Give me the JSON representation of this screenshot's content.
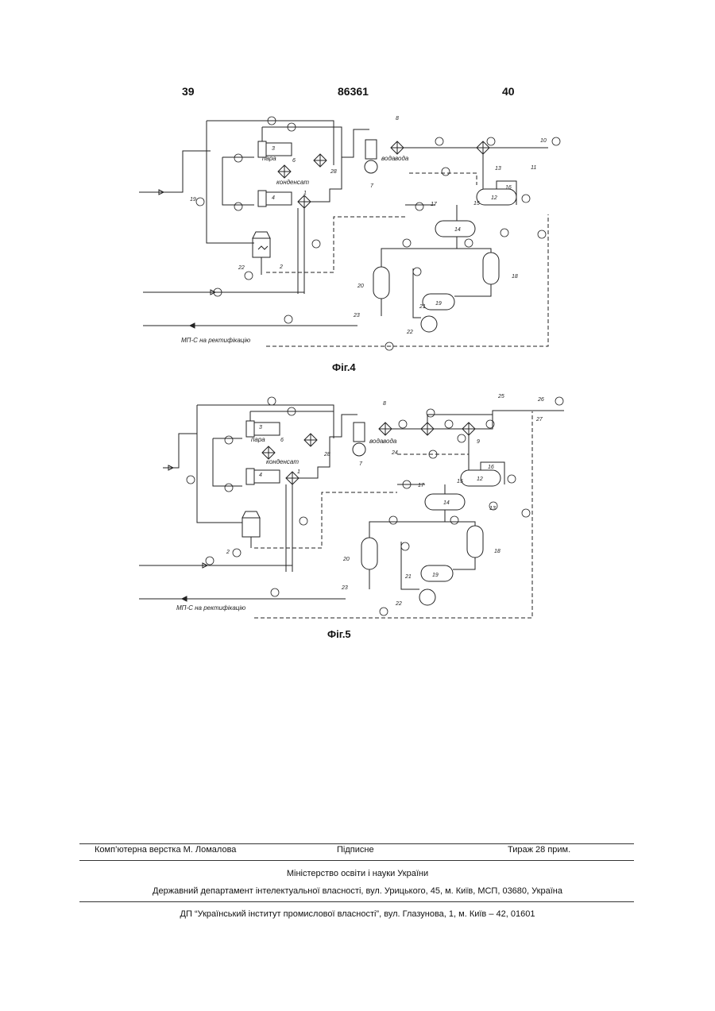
{
  "header": {
    "page_left": "39",
    "patent_number": "86361",
    "page_right": "40"
  },
  "figures": [
    {
      "caption": "Фіг.4",
      "labels": {
        "steam": "пара",
        "condensate": "конденсат",
        "water1": "вода",
        "water2": "вода",
        "output": "МП-С на ректифікацію"
      }
    },
    {
      "caption": "Фіг.5",
      "labels": {
        "steam": "пара",
        "condensate": "конденсат",
        "water1": "вода",
        "water2": "вода",
        "output": "МП-С на ректифікацію"
      }
    }
  ],
  "footer": {
    "layout": "Комп’ютерна верстка М. Ломалова",
    "signed": "Підписне",
    "circulation": "Тираж 28 прим.",
    "ministry": "Міністерство освіти і науки України",
    "department": "Державний департамент інтелектуальної власності, вул. Урицького, 45, м. Київ, МСП, 03680, Україна",
    "institute": "ДП “Український інститут промислової власності”, вул. Глазунова, 1, м. Київ – 42, 01601"
  }
}
